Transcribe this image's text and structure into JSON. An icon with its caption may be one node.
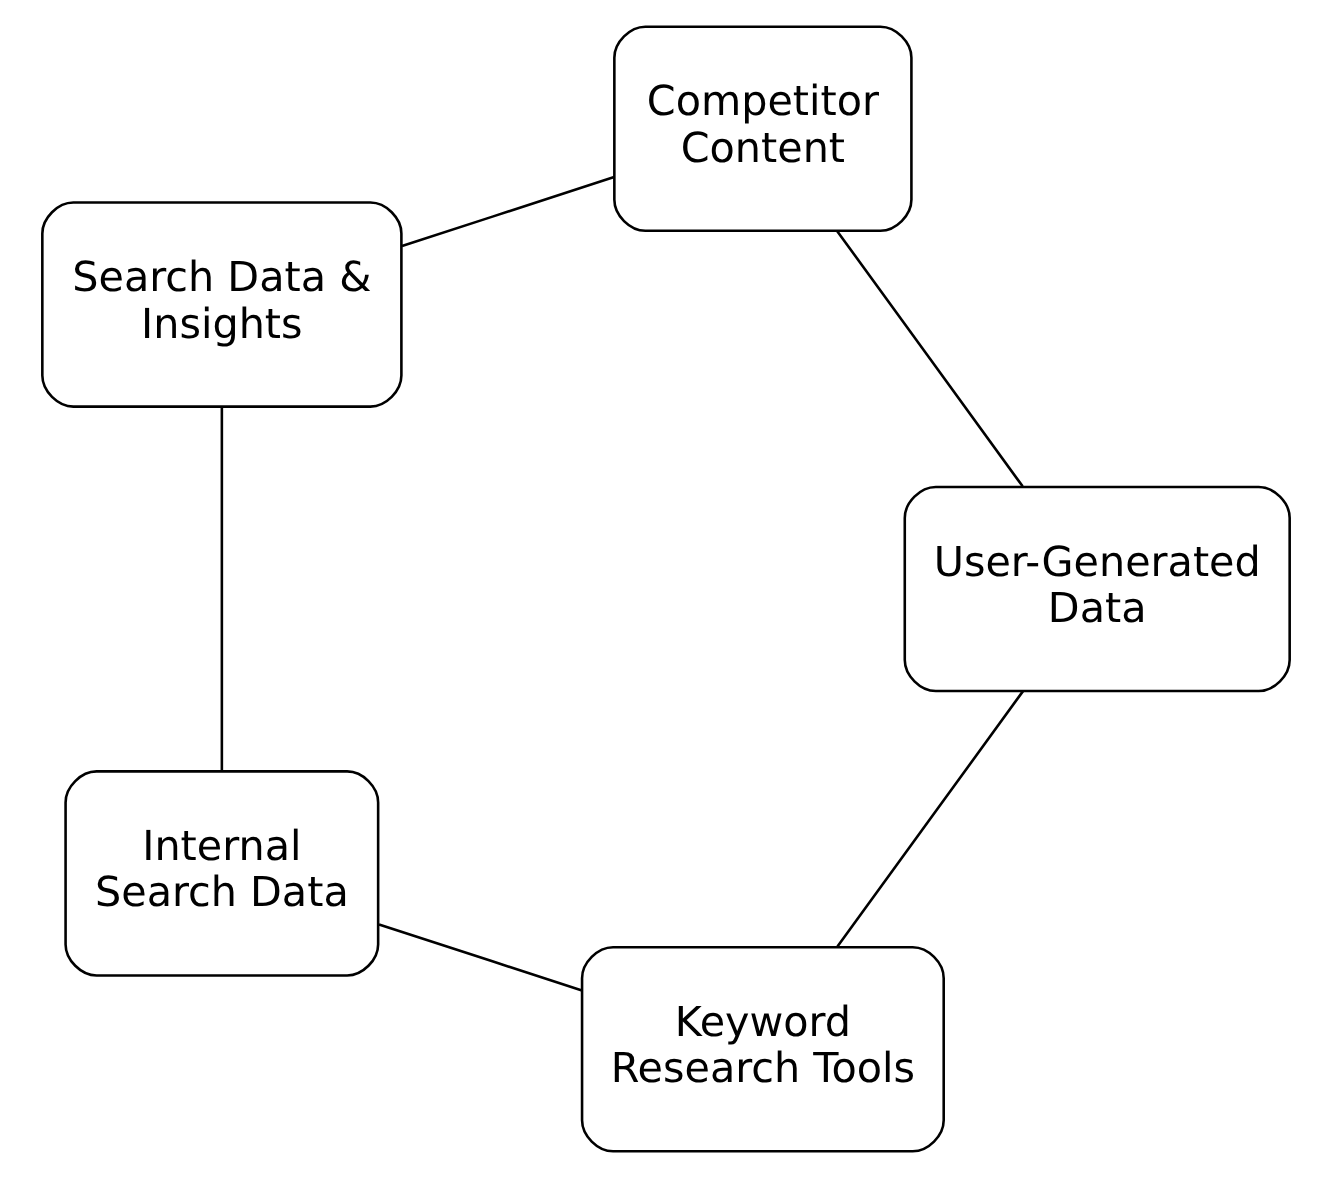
{
  "diagram": {
    "nodes": [
      {
        "text": [
          "Keyword Research Tools"
        ]
      },
      {
        "text": [
          "User-Generated Data"
        ]
      },
      {
        "text": [
          "Internal Search Data"
        ]
      },
      {
        "text": [
          "Competitor Content"
        ]
      },
      {
        "text": [
          "Search Data & Insights"
        ]
      }
    ],
    "edges": [
      {
        "from": 0,
        "to": 2,
        "arrow": "none"
      },
      {
        "from": 2,
        "to": 4,
        "arrow": "none"
      },
      {
        "from": 4,
        "to": 3,
        "arrow": "none"
      },
      {
        "from": 3,
        "to": 1,
        "arrow": "none"
      },
      {
        "from": 1,
        "to": 0,
        "arrow": "none"
      }
    ]
  }
}
